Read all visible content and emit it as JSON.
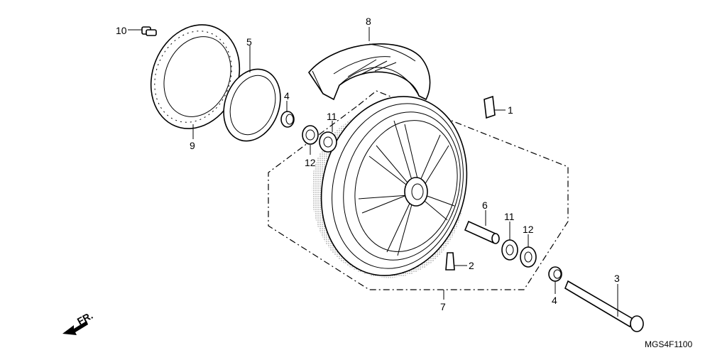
{
  "diagram": {
    "callouts": {
      "p1": "1",
      "p2": "2",
      "p3": "3",
      "p4a": "4",
      "p4b": "4",
      "p5": "5",
      "p6": "6",
      "p7": "7",
      "p8": "8",
      "p9": "9",
      "p10": "10",
      "p11a": "11",
      "p11b": "11",
      "p12a": "12",
      "p12b": "12"
    },
    "direction_label": "FR.",
    "diagram_code": "MGS4F1100"
  }
}
